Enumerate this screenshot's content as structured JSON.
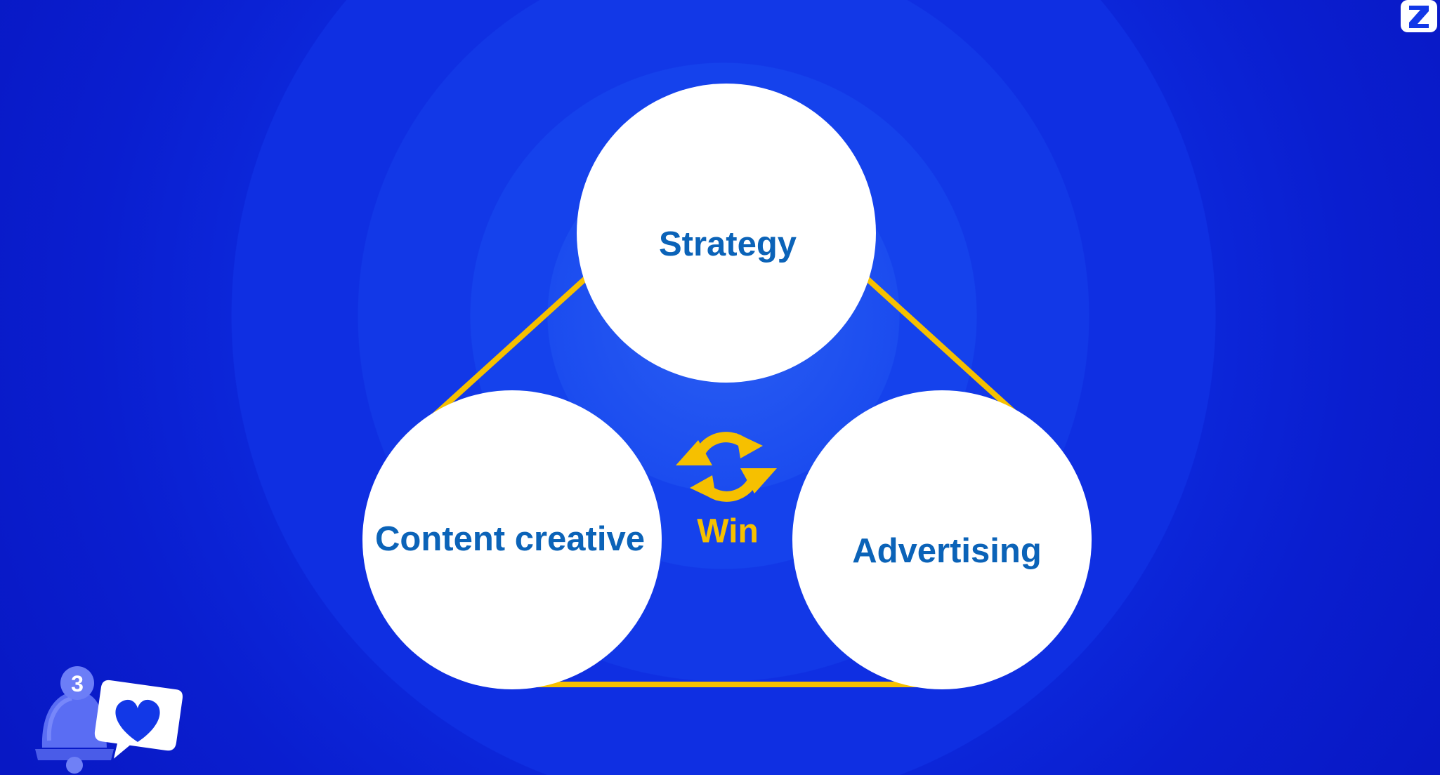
{
  "diagram": {
    "nodes": [
      {
        "id": "strategy",
        "label": "Strategy"
      },
      {
        "id": "content",
        "label": "Content creative"
      },
      {
        "id": "advertising",
        "label": "Advertising"
      }
    ],
    "center_label": "Win",
    "center_icon": "sync-icon",
    "connector_color": "#f6c000",
    "node_fill": "#ffffff",
    "node_text_color": "#0b63b8"
  },
  "decorations": {
    "brand_logo_letter": "Z",
    "notification_badge": "3",
    "notification_icon": "bell-icon",
    "reaction_icon": "heart-chat-icon"
  },
  "colors": {
    "background": "#0f2fe2",
    "accent": "#f6c000"
  }
}
